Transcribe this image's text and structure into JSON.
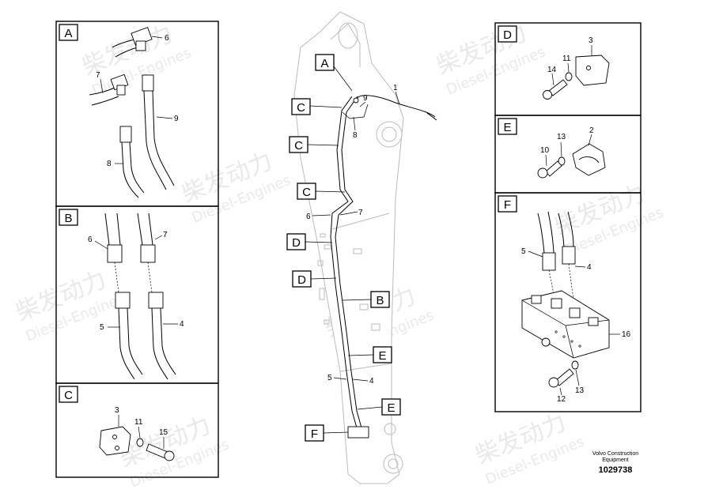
{
  "watermark": {
    "cn": "柴发动力",
    "en": "Diesel-Engines"
  },
  "panels": {
    "A": {
      "tag": "A",
      "callouts": [
        "6",
        "7",
        "9",
        "8"
      ]
    },
    "B": {
      "tag": "B",
      "callouts": [
        "6",
        "7",
        "5",
        "4"
      ]
    },
    "C": {
      "tag": "C",
      "callouts": [
        "3",
        "11",
        "15"
      ]
    },
    "D": {
      "tag": "D",
      "callouts": [
        "3",
        "11",
        "14"
      ]
    },
    "E": {
      "tag": "E",
      "callouts": [
        "2",
        "13",
        "10"
      ]
    },
    "F": {
      "tag": "F",
      "callouts": [
        "5",
        "4",
        "16",
        "13",
        "12"
      ]
    }
  },
  "main": {
    "tags": [
      "A",
      "C",
      "C",
      "C",
      "D",
      "D",
      "B",
      "E",
      "E",
      "F"
    ],
    "callouts": [
      "1",
      "9",
      "8",
      "6",
      "7",
      "5",
      "4"
    ]
  },
  "footer": {
    "line1": "Volvo Construction",
    "line2": "Equipment",
    "doc_number": "1029738"
  }
}
